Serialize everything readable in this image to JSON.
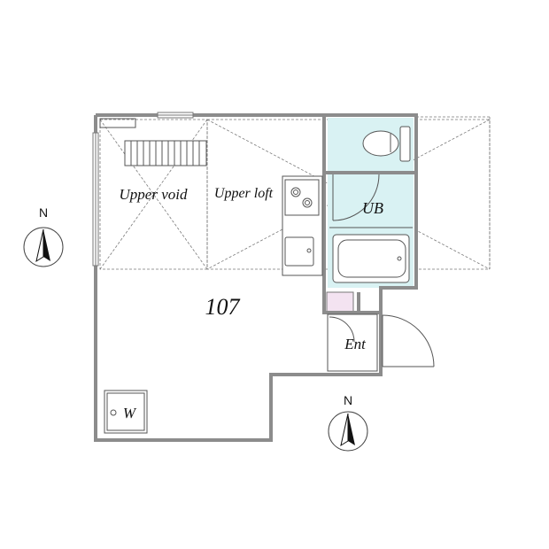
{
  "plan": {
    "room_number": "107",
    "labels": {
      "upper_void": "Upper void",
      "upper_loft": "Upper loft",
      "unit_bath": "UB",
      "entrance": "Ent",
      "washer": "W"
    },
    "compass": {
      "north_label": "N"
    },
    "colors": {
      "wall": "#8c8c8c",
      "bath_fill": "#d9f2f3",
      "shoe_box_fill": "#f3e3f1",
      "line": "#555555"
    }
  }
}
